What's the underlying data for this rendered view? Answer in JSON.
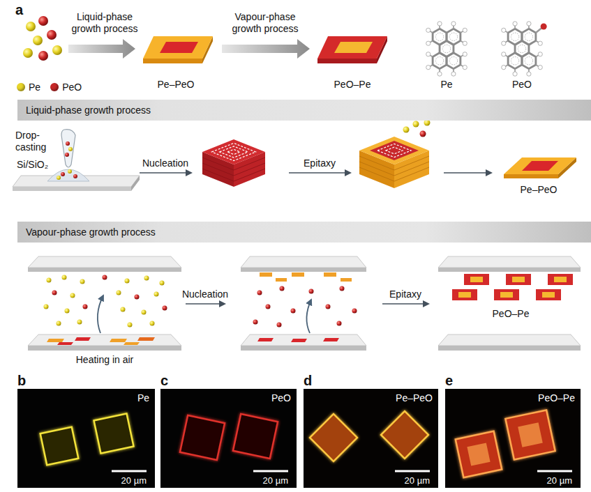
{
  "diagram": {
    "nodes": [
      {
        "text": [
          "Liquid-phase growth process"
        ]
      },
      {
        "text": [
          "Vapour-phase growth process"
        ]
      },
      {
        "text": [
          "b",
          "Pe",
          "20 µm"
        ]
      },
      {
        "text": [
          "c",
          "PeO",
          "20 µm"
        ]
      },
      {
        "text": [
          "d",
          "Pe–PeO",
          "20 µm"
        ]
      },
      {
        "text": [
          "e",
          "PeO–Pe",
          "20 µm"
        ]
      }
    ],
    "labels": [
      "a",
      "Liquid-phase growth process",
      "Vapour-phase growth process",
      "Pe–PeO",
      "PeO–Pe",
      "Pe",
      "PeO",
      "Drop-casting",
      "Si/SiO₂",
      "Nucleation",
      "Epitaxy",
      "Pe–PeO",
      "Heating in air",
      "Nucleation",
      "Epitaxy",
      "PeO–Pe"
    ],
    "legend": [
      {
        "text": "Pe",
        "color": "#e8d52a"
      },
      {
        "text": "PeO",
        "color": "#c62828"
      }
    ]
  }
}
